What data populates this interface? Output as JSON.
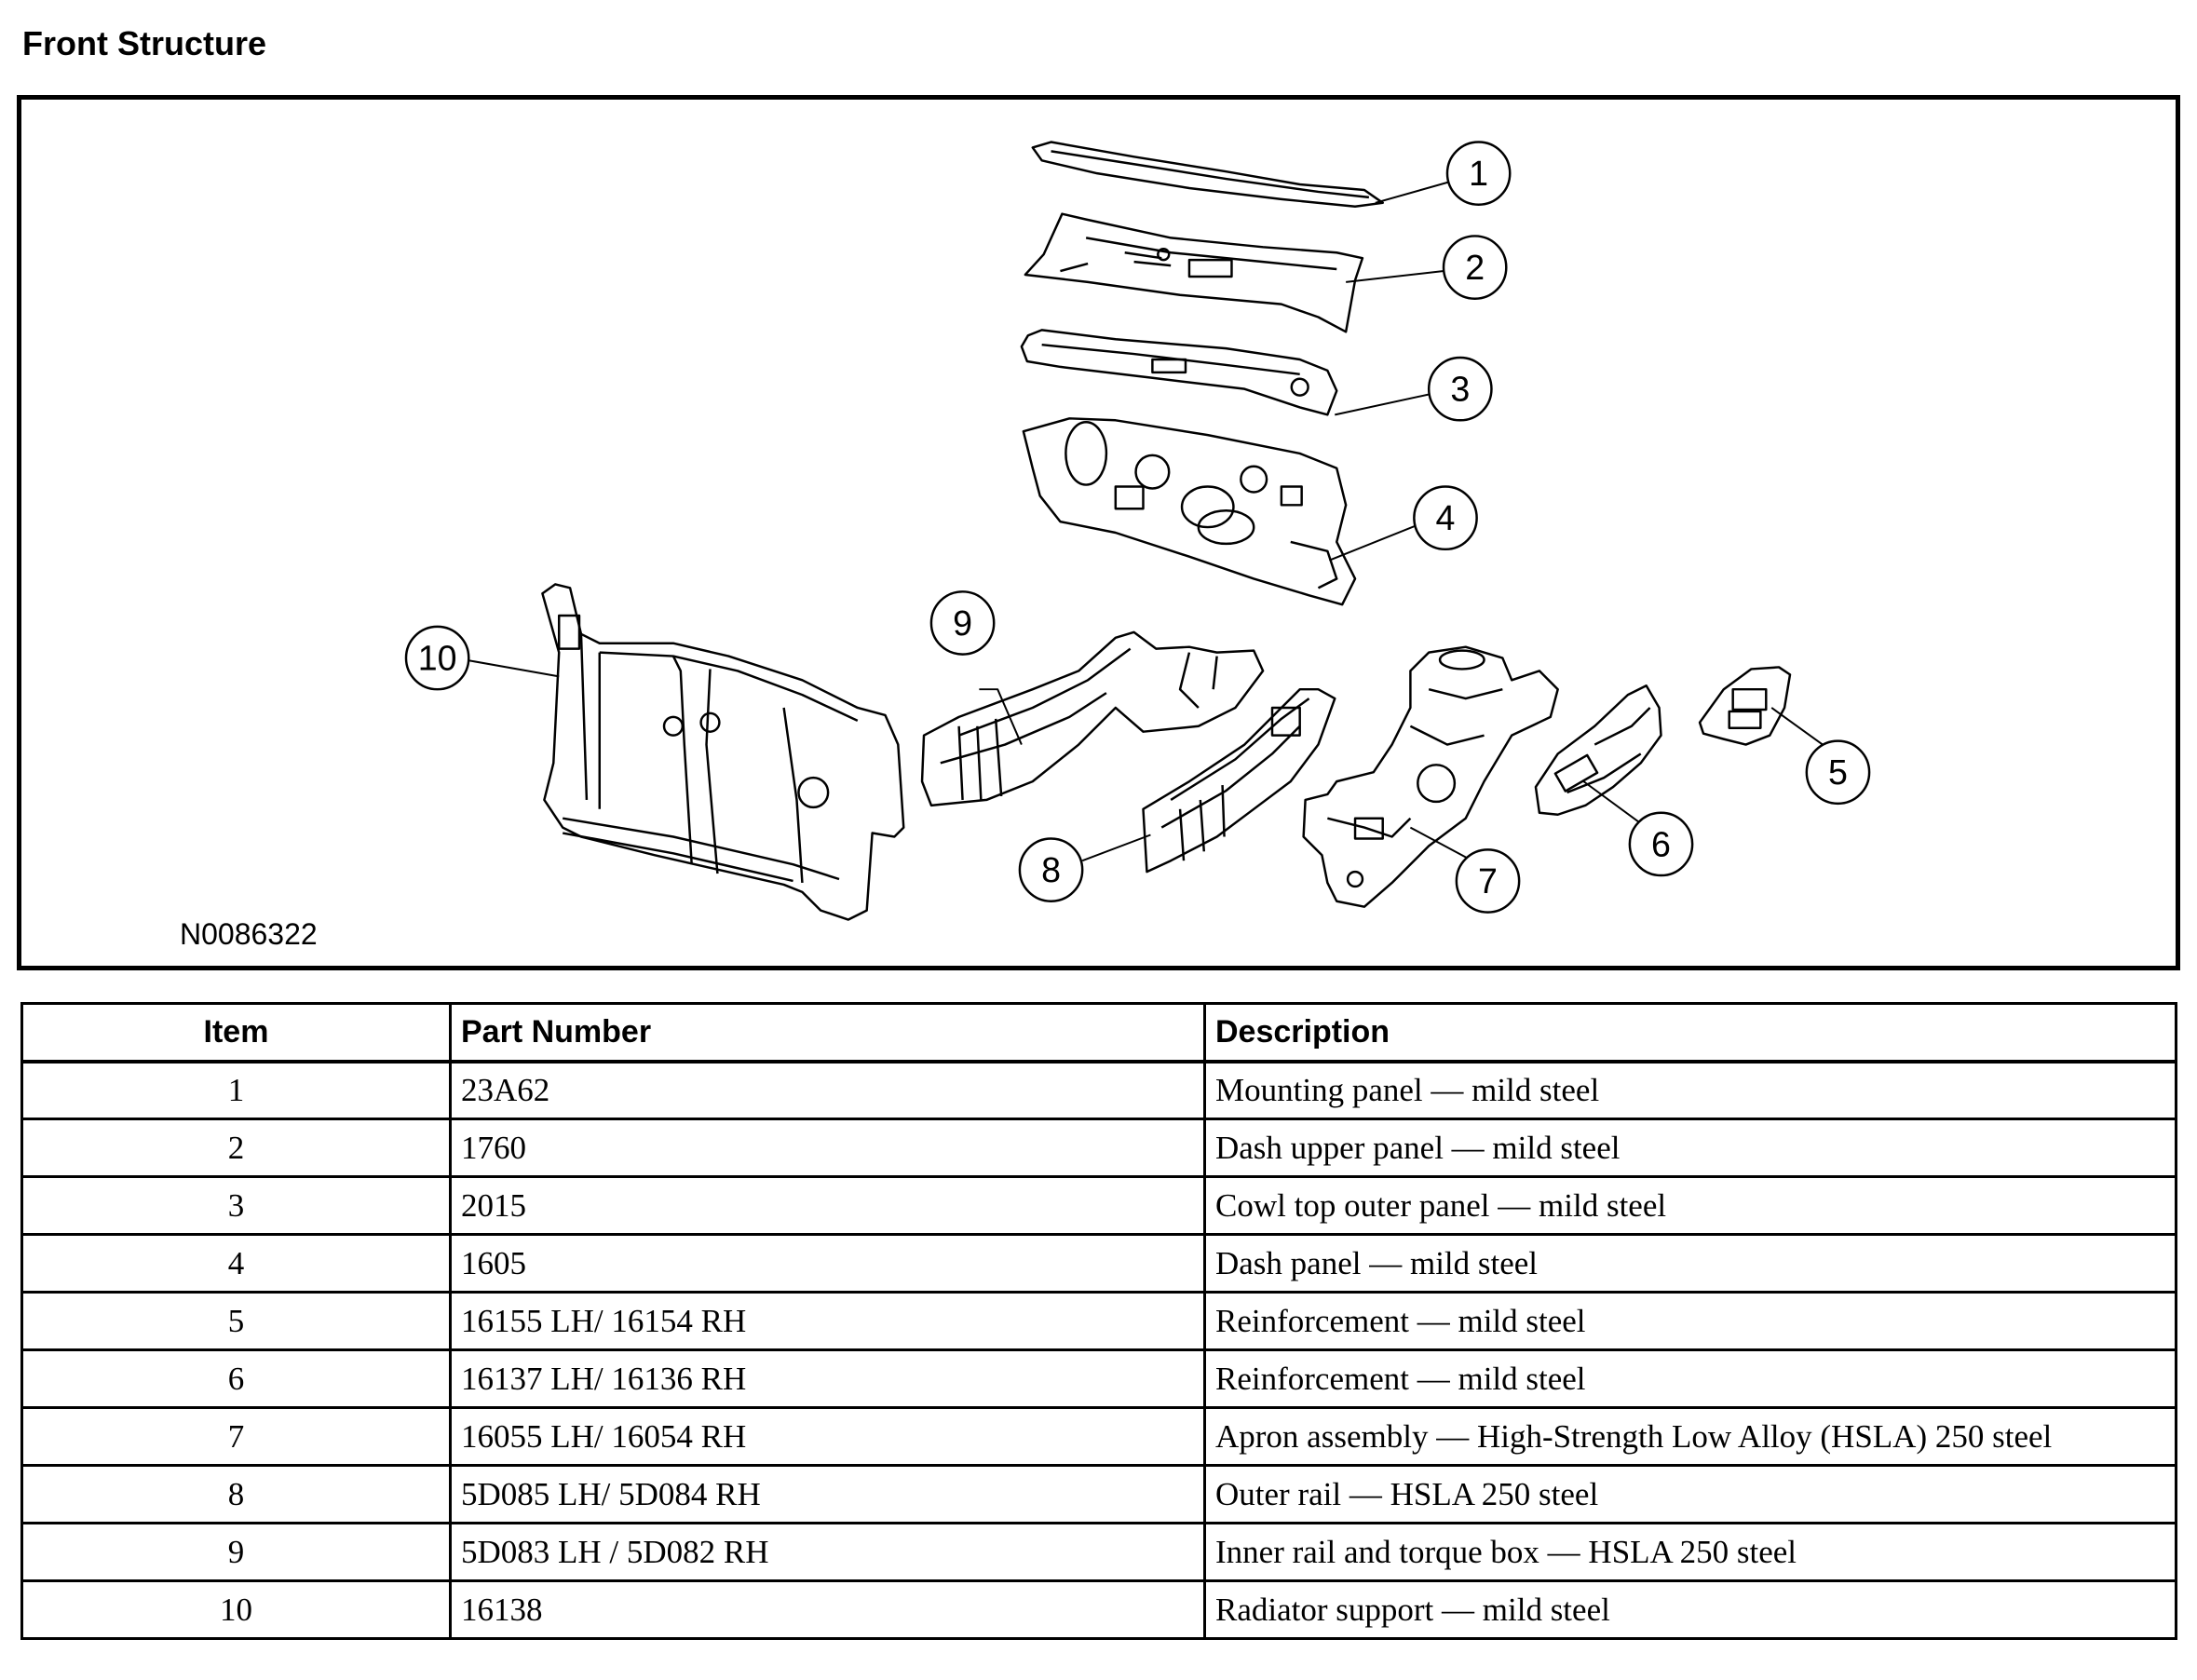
{
  "page": {
    "title": "Front Structure"
  },
  "figure": {
    "id": "N0086322",
    "callouts": [
      "1",
      "2",
      "3",
      "4",
      "5",
      "6",
      "7",
      "8",
      "9",
      "10"
    ]
  },
  "table": {
    "headers": {
      "item": "Item",
      "part_number": "Part Number",
      "description": "Description"
    },
    "rows": [
      {
        "item": "1",
        "part": "23A62",
        "desc": "Mounting panel — mild steel"
      },
      {
        "item": "2",
        "part": "1760",
        "desc": "Dash upper panel — mild steel"
      },
      {
        "item": "3",
        "part": "2015",
        "desc": "Cowl top outer panel — mild steel"
      },
      {
        "item": "4",
        "part": "1605",
        "desc": "Dash panel — mild steel"
      },
      {
        "item": "5",
        "part": "16155 LH/ 16154 RH",
        "desc": "Reinforcement — mild steel"
      },
      {
        "item": "6",
        "part": "16137 LH/ 16136 RH",
        "desc": "Reinforcement — mild steel"
      },
      {
        "item": "7",
        "part": "16055 LH/ 16054 RH",
        "desc": "Apron assembly — High-Strength Low Alloy (HSLA) 250 steel"
      },
      {
        "item": "8",
        "part": "5D085 LH/ 5D084 RH",
        "desc": "Outer rail — HSLA 250 steel"
      },
      {
        "item": "9",
        "part": "5D083 LH / 5D082 RH",
        "desc": "Inner rail and torque box — HSLA 250 steel"
      },
      {
        "item": "10",
        "part": "16138",
        "desc": "Radiator support — mild steel"
      }
    ]
  }
}
